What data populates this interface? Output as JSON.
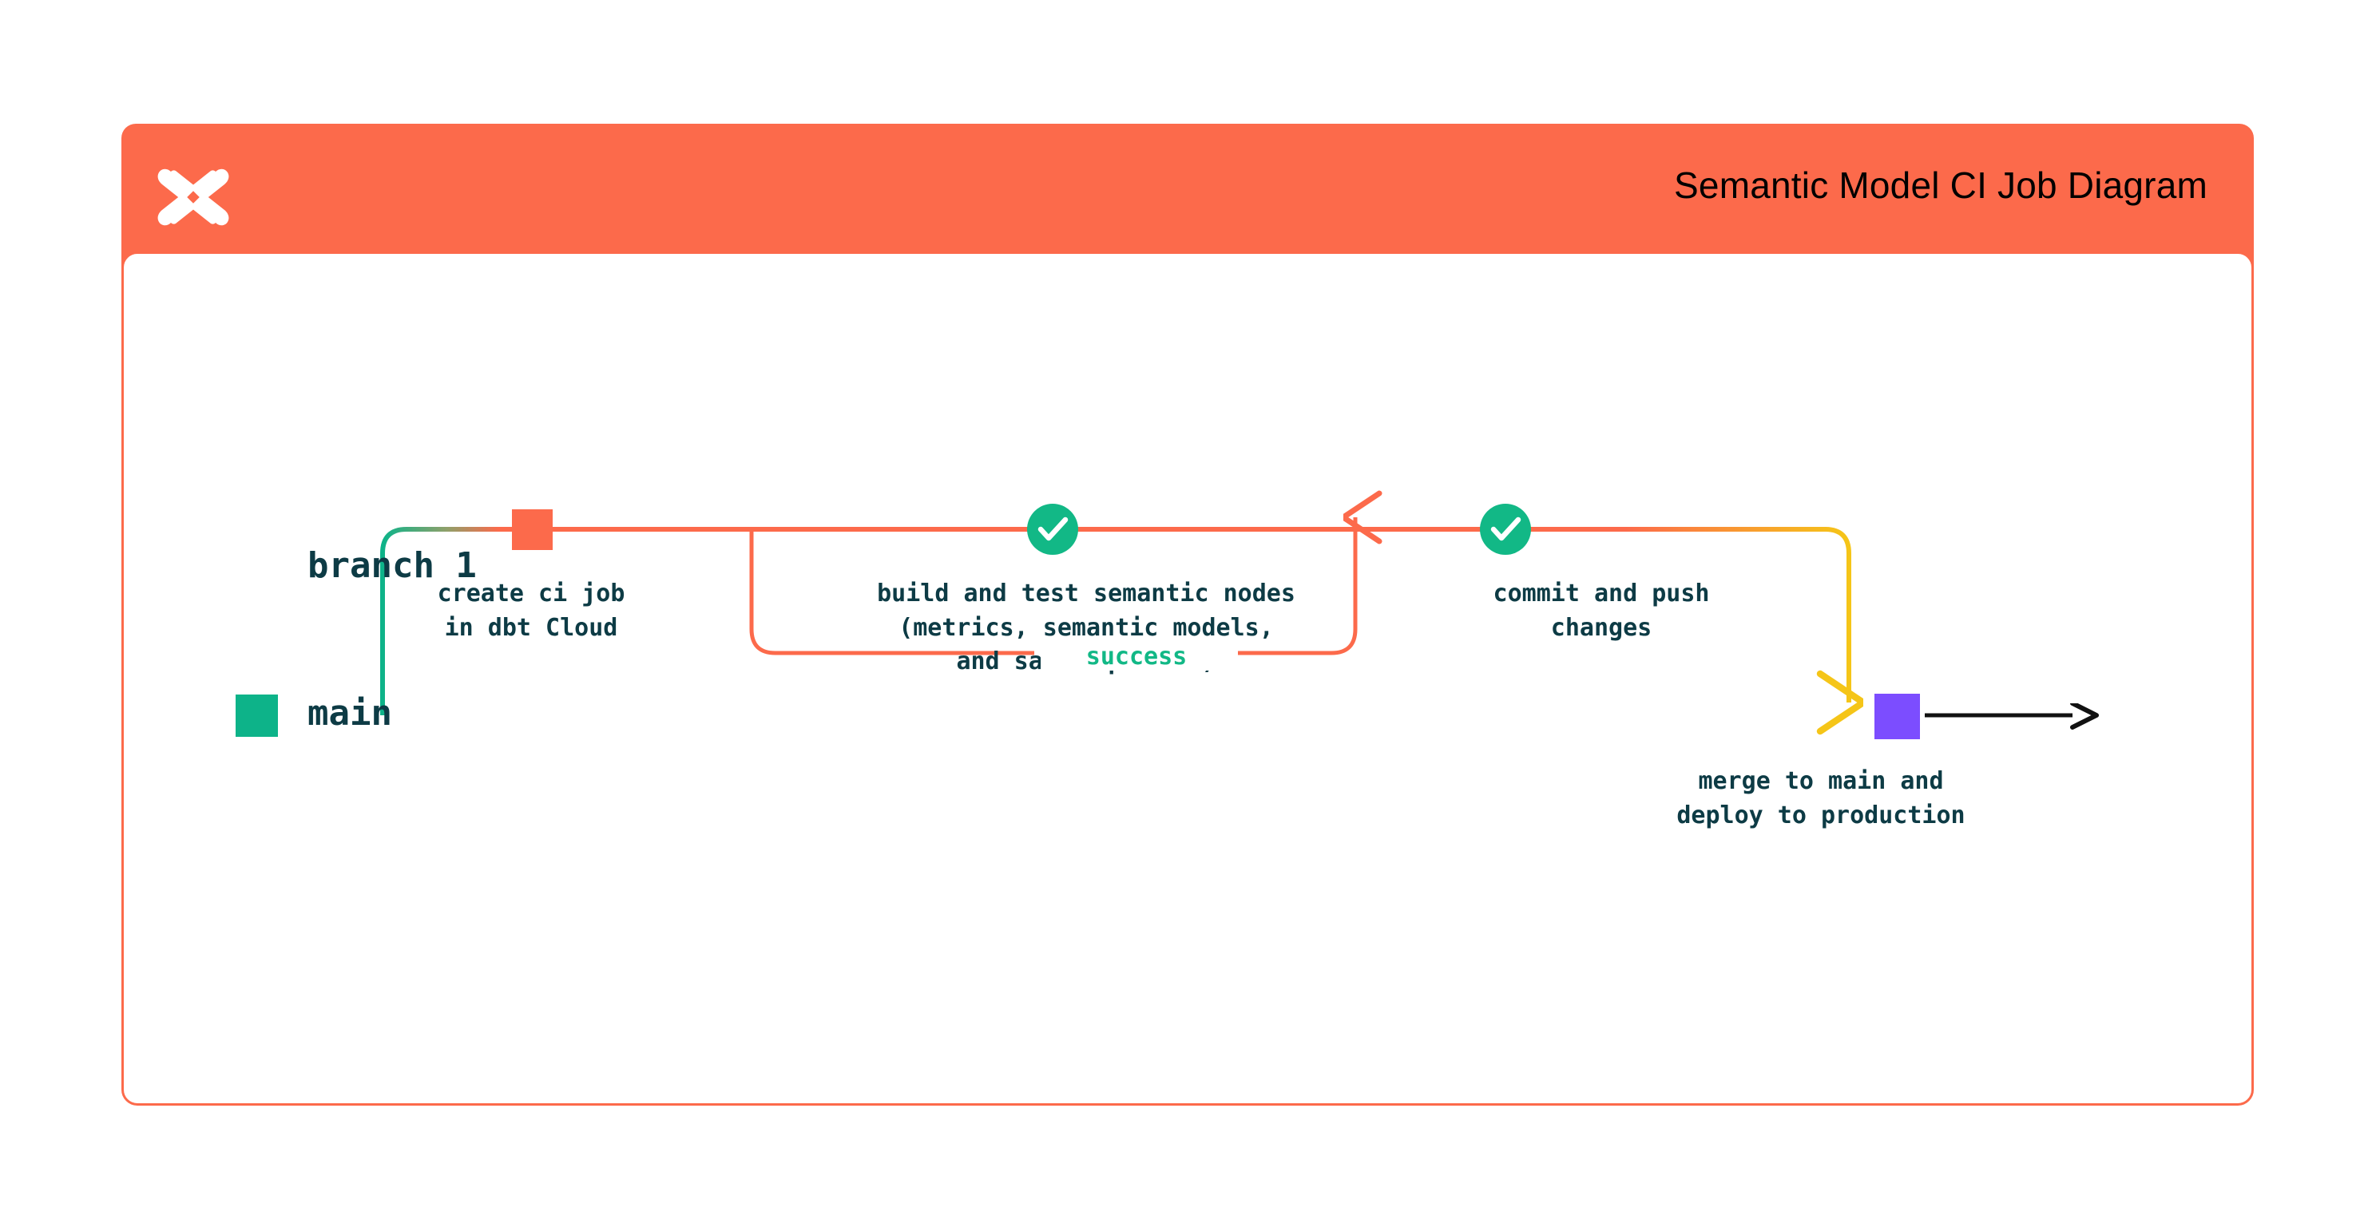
{
  "header": {
    "title": "Semantic Model CI Job Diagram",
    "logo_icon": "dbt-logo-icon",
    "background_color": "#FC6A4B"
  },
  "colors": {
    "accent_orange": "#FC6A4B",
    "branch_green": "#0DB389",
    "check_green": "#12B886",
    "merge_purple": "#7C4DFF",
    "flow_yellow": "#F5C518",
    "text_navy": "#0D3B45",
    "arrow_black": "#000000"
  },
  "diagram": {
    "type": "git-branch-flow",
    "lanes": [
      {
        "id": "branch-1",
        "label": "branch 1",
        "color": "#FC6A4B"
      },
      {
        "id": "main",
        "label": "main",
        "color": "#0DB389"
      }
    ],
    "nodes": [
      {
        "id": "create-ci-job",
        "lane": "branch-1",
        "marker": "square",
        "marker_color": "#FC6A4B",
        "caption": "create ci job\nin dbt Cloud"
      },
      {
        "id": "build-and-test",
        "lane": "branch-1",
        "marker": "check-circle",
        "marker_color": "#12B886",
        "caption": "build and test semantic nodes\n(metrics, semantic models,\nand saved queries)"
      },
      {
        "id": "commit-and-push",
        "lane": "branch-1",
        "marker": "check-circle",
        "marker_color": "#12B886",
        "caption": "commit and push\nchanges"
      },
      {
        "id": "merge-to-main",
        "lane": "main",
        "marker": "square",
        "marker_color": "#7C4DFF",
        "caption": "merge to main and\ndeploy to production"
      }
    ],
    "loop": {
      "id": "success-loop",
      "label": "success",
      "label_color": "#12B886",
      "border_color": "#FC6A4B"
    }
  }
}
